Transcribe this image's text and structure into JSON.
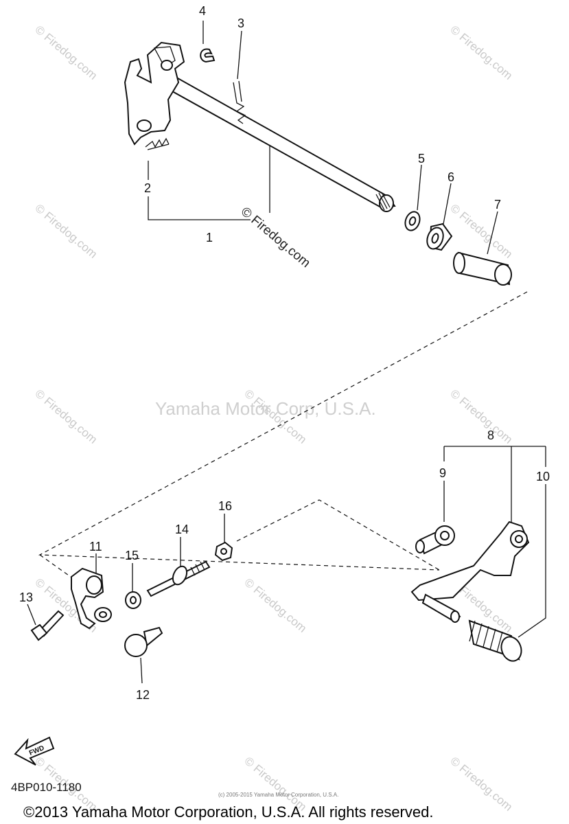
{
  "diagram": {
    "part_numbers": [
      "1",
      "2",
      "3",
      "4",
      "5",
      "6",
      "7",
      "8",
      "9",
      "10",
      "11",
      "12",
      "13",
      "14",
      "15",
      "16"
    ],
    "watermark": "© Firedog.com",
    "watermark_center": "Yamaha Motor Corp, U.S.A.",
    "fwd_label": "FWD",
    "diagram_code": "4BP010-1180",
    "small_copyright": "(c) 2005-2015 Yamaha Motor Corporation, U.S.A.",
    "copyright": "©2013 Yamaha Motor Corporation, U.S.A. All rights reserved."
  }
}
